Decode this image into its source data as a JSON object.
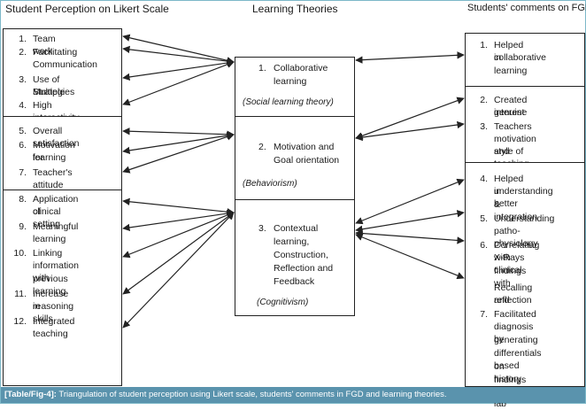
{
  "headers": {
    "left": "Student Perception on Likert Scale",
    "center": "Learning Theories",
    "right": "Students' comments on FGD"
  },
  "left_groups": [
    {
      "items": [
        {
          "n": "1.",
          "lines": [
            "Team work"
          ]
        },
        {
          "n": "2.",
          "lines": [
            "Facilitating",
            "Communication"
          ]
        },
        {
          "n": "3.",
          "lines": [
            "Use of Multiple",
            "Strategies"
          ]
        },
        {
          "n": "4.",
          "lines": [
            "High interactivity"
          ]
        }
      ]
    },
    {
      "items": [
        {
          "n": "5.",
          "lines": [
            "Overall satisfaction"
          ]
        },
        {
          "n": "6.",
          "lines": [
            "Motivation for",
            "learning"
          ]
        },
        {
          "n": "7.",
          "lines": [
            "Teacher's attitude"
          ]
        }
      ]
    },
    {
      "items": [
        {
          "n": "8.",
          "lines": [
            "Application of",
            "clinical setting"
          ]
        },
        {
          "n": "9.",
          "lines": [
            "Meaningful",
            "learning"
          ]
        },
        {
          "n": "10.",
          "lines": [
            "Linking",
            "information with",
            "previous learning"
          ]
        },
        {
          "n": "11.",
          "lines": [
            "Increase in",
            "reasoning skills"
          ]
        },
        {
          "n": "12.",
          "lines": [
            "Integrated",
            "teaching"
          ]
        }
      ]
    }
  ],
  "theories": [
    {
      "n": "1.",
      "lines": [
        "Collaborative",
        "learning"
      ],
      "paren": "(Social learning theory)"
    },
    {
      "n": "2.",
      "lines": [
        "Motivation and",
        "Goal orientation"
      ],
      "paren": "(Behaviorism)"
    },
    {
      "n": "3.",
      "lines": [
        "Contextual",
        "learning,",
        "Construction,",
        "Reflection  and",
        "Feedback"
      ],
      "paren": "(Cognitivism)"
    }
  ],
  "right_groups": [
    {
      "items": [
        {
          "n": "1.",
          "lines": [
            "Helped in",
            "collaborative",
            "learning"
          ]
        }
      ]
    },
    {
      "items": [
        {
          "n": "2.",
          "lines": [
            "Created genuine",
            "interest"
          ]
        },
        {
          "n": "3.",
          "lines": [
            "Teachers",
            "motivation and",
            "style of teaching"
          ]
        }
      ]
    },
    {
      "items": [
        {
          "n": "4.",
          "lines": [
            "Helped in better",
            "understanding",
            "& integration"
          ]
        },
        {
          "n": "5.",
          "lines": [
            "Understanding",
            "patho-physiology"
          ]
        },
        {
          "n": "6.",
          "lines": [
            "Correlating X-Rays",
            "with clinical",
            "findings with",
            "Recalling and",
            "reflection"
          ]
        },
        {
          "n": "7.",
          "lines": [
            "Facilitated",
            "diagnosis by",
            "generating",
            "differentials based",
            "on history and lab",
            "findings"
          ]
        }
      ]
    }
  ],
  "caption": {
    "label": "[Table/Fig-4]:",
    "text": " Triangulation of student perception using Likert scale, students' comments in FGD and learning theories."
  },
  "colors": {
    "caption_bg": "#5a93ad",
    "frame": "#7db8c9",
    "line": "#222222"
  }
}
